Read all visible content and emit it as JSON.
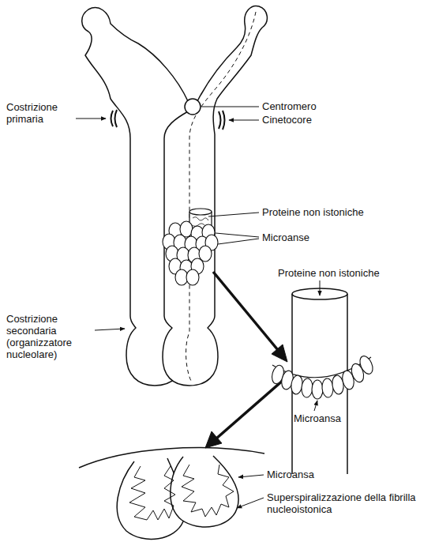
{
  "diagram": {
    "labels": [
      "Costrizione primaria",
      "Centromero",
      "Cinetocore",
      "Proteine non istoniche",
      "Microanse",
      "Proteine non istoniche",
      "Costrizione secondaria (organizzatore nucleolare)",
      "Microansa",
      "Microansa",
      "Superspiralizzazione della fibrilla nucleoistonica"
    ]
  }
}
